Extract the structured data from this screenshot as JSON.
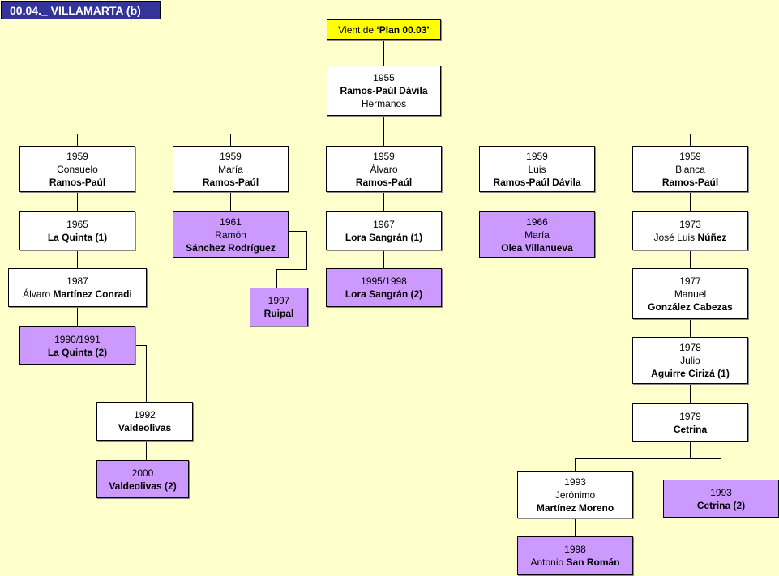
{
  "title": "00.04._ VILLAMARTA (b)",
  "origin": {
    "prefix": "Vient de ",
    "ref": "‘Plan 00.03’"
  },
  "root": {
    "year": "1955",
    "name": "Ramos-Paúl Dávila",
    "sub": "Hermanos"
  },
  "colors": {
    "owned": "#ffffff",
    "other": "#cc99ff",
    "origin": "#ffff00",
    "title_bg": "#333399",
    "background": "#ffffcc"
  },
  "nodes": {
    "consuelo": {
      "year": "1959",
      "first": "Consuelo",
      "last": "Ramos-Paúl"
    },
    "quinta1": {
      "year": "1965",
      "last": "La Quinta (1)"
    },
    "conradi": {
      "year": "1987",
      "first": "Álvaro ",
      "last": "Martínez Conradi"
    },
    "quinta2": {
      "year": "1990/1991",
      "last": "La Quinta (2)"
    },
    "valdeolivas": {
      "year": "1992",
      "last": "Valdeolivas"
    },
    "valdeolivas2": {
      "year": "2000",
      "last": "Valdeolivas (2)"
    },
    "maria": {
      "year": "1959",
      "first": "María",
      "last": "Ramos-Paúl"
    },
    "ramon": {
      "year": "1961",
      "first": "Ramón",
      "last": "Sánchez Rodríguez"
    },
    "ruipal": {
      "year": "1997",
      "last": "Ruipal"
    },
    "alvaro": {
      "year": "1959",
      "first": "Álvaro",
      "last": "Ramos-Paúl"
    },
    "lora1": {
      "year": "1967",
      "last": "Lora Sangrán (1)"
    },
    "lora2": {
      "year": "1995/1998",
      "last": "Lora Sangrán (2)"
    },
    "luis": {
      "year": "1959",
      "first": "Luis",
      "last": "Ramos-Paúl Dávila"
    },
    "olea": {
      "year": "1966",
      "first": "María",
      "last": "Olea Villanueva"
    },
    "blanca": {
      "year": "1959",
      "first": "Blanca",
      "last": "Ramos-Paúl"
    },
    "nunez": {
      "year": "1973",
      "first": "José Luis ",
      "last": "Núñez"
    },
    "gonzalez": {
      "year": "1977",
      "first": "Manuel",
      "last": "González Cabezas"
    },
    "aguirre": {
      "year": "1978",
      "first": "Julio",
      "last": "Aguirre Cirizá (1)"
    },
    "cetrina": {
      "year": "1979",
      "last": "Cetrina"
    },
    "moreno": {
      "year": "1993",
      "first": "Jerónimo",
      "last": "Martínez Moreno"
    },
    "cetrina2": {
      "year": "1993",
      "last": "Cetrina (2)"
    },
    "sanroman": {
      "year": "1998",
      "first": "Antonio ",
      "last": "San Román"
    }
  }
}
